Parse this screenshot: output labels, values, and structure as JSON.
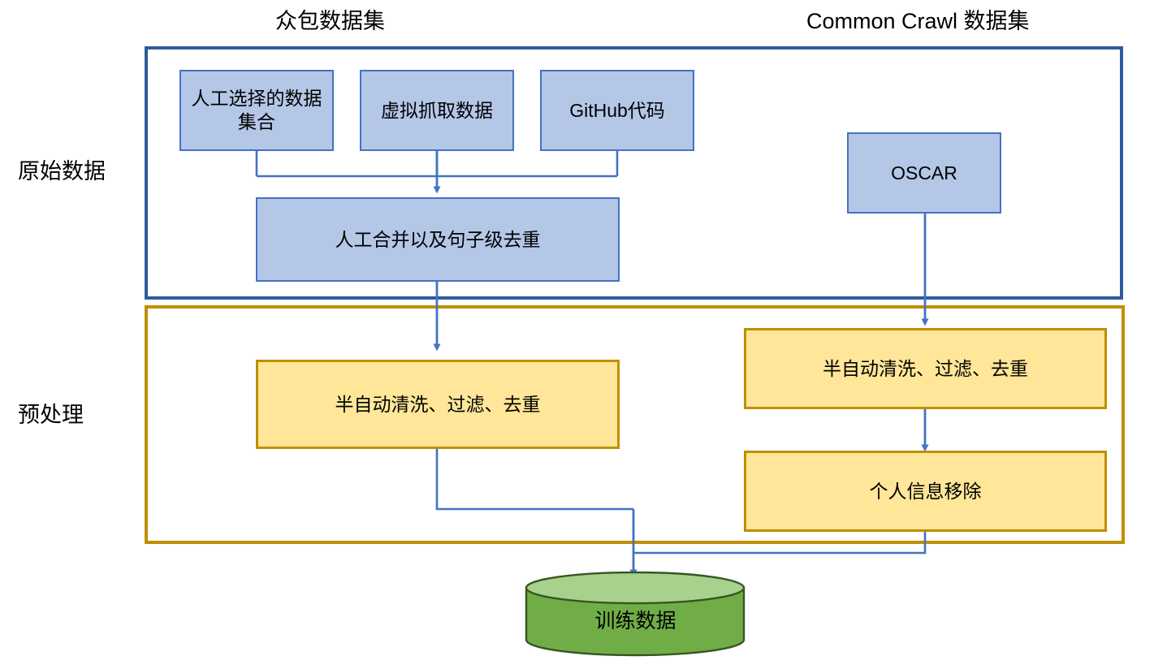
{
  "diagram": {
    "title_hidden": "",
    "group_titles": [
      {
        "name": "crowdsourced-dataset-title",
        "label": "众包数据集"
      },
      {
        "name": "common-crawl-dataset-title",
        "label": "Common Crawl 数据集"
      }
    ],
    "row_labels": [
      {
        "name": "raw-data-row-label",
        "label": "原始数据"
      },
      {
        "name": "preprocessing-row-label",
        "label": "预处理"
      }
    ],
    "nodes": {
      "manual_selected_datasets": "人工选择的数据集合",
      "virtual_crawled_data": "虚拟抓取数据",
      "github_code": "GitHub代码",
      "manual_merge_sentence_dedup": "人工合并以及句子级去重",
      "oscar": "OSCAR",
      "semi_auto_clean_left": "半自动清洗、过滤、去重",
      "semi_auto_clean_right": "半自动清洗、过滤、去重",
      "pii_removal": "个人信息移除",
      "training_data": "训练数据"
    },
    "colors": {
      "blue_fill": "#b4c7e7",
      "blue_border": "#4472c4",
      "blue_container_border": "#2e5c9a",
      "yellow_fill": "#ffe699",
      "yellow_border": "#bf8f00",
      "green_fill": "#70ad47",
      "green_top_fill": "#a9d18e",
      "green_border": "#375623",
      "arrow_color": "#4472c4",
      "text_color": "#000000",
      "background": "#ffffff"
    }
  }
}
